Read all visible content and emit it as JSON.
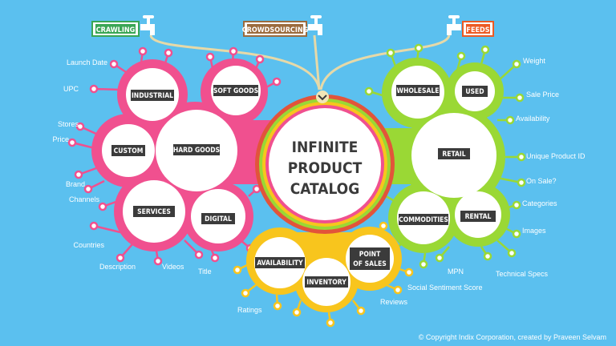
{
  "sources": {
    "crawling": "CRAWLING",
    "crowdsourcing": "CROWDSOURCING",
    "feeds": "FEEDS"
  },
  "center": {
    "line1": "INFINITE",
    "line2": "PRODUCT",
    "line3": "CATALOG"
  },
  "clusters": {
    "pink": {
      "color": "#f0508f",
      "categories": [
        "INDUSTRIAL",
        "SOFT GOODS",
        "CUSTOM",
        "HARD GOODS",
        "SERVICES",
        "DIGITAL"
      ],
      "attributes": [
        "Launch Date",
        "UPC",
        "Stores",
        "Price",
        "Brand",
        "Channels",
        "Countries",
        "Description",
        "Videos",
        "Title"
      ]
    },
    "green": {
      "color": "#9ad835",
      "categories": [
        "WHOLESALE",
        "USED",
        "RETAIL",
        "COMMODITIES",
        "RENTAL"
      ],
      "attributes": [
        "Weight",
        "Sale Price",
        "Availability",
        "Unique Product ID",
        "On Sale?",
        "Categories",
        "Images",
        "MPN",
        "Technical Specs"
      ]
    },
    "yellow": {
      "color": "#f8c51d",
      "categories": [
        "AVAILABILITY",
        "INVENTORY",
        "POINT",
        "OF SALES"
      ],
      "attributes": [
        "Social Sentiment Score",
        "Reviews",
        "Ratings"
      ]
    }
  },
  "colors": {
    "background": "#5bc0ef",
    "crawling": "#3aa655",
    "crowdsourcing": "#9b6b3d",
    "feeds": "#ec5a24",
    "tag_bg": "#3b3b3b",
    "pipe": "#e6d9a8"
  },
  "icons": [
    "faucet-icon",
    "chevron-down-icon"
  ],
  "copyright": "© Copyright Indix Corporation, created by Praveen Selvam"
}
